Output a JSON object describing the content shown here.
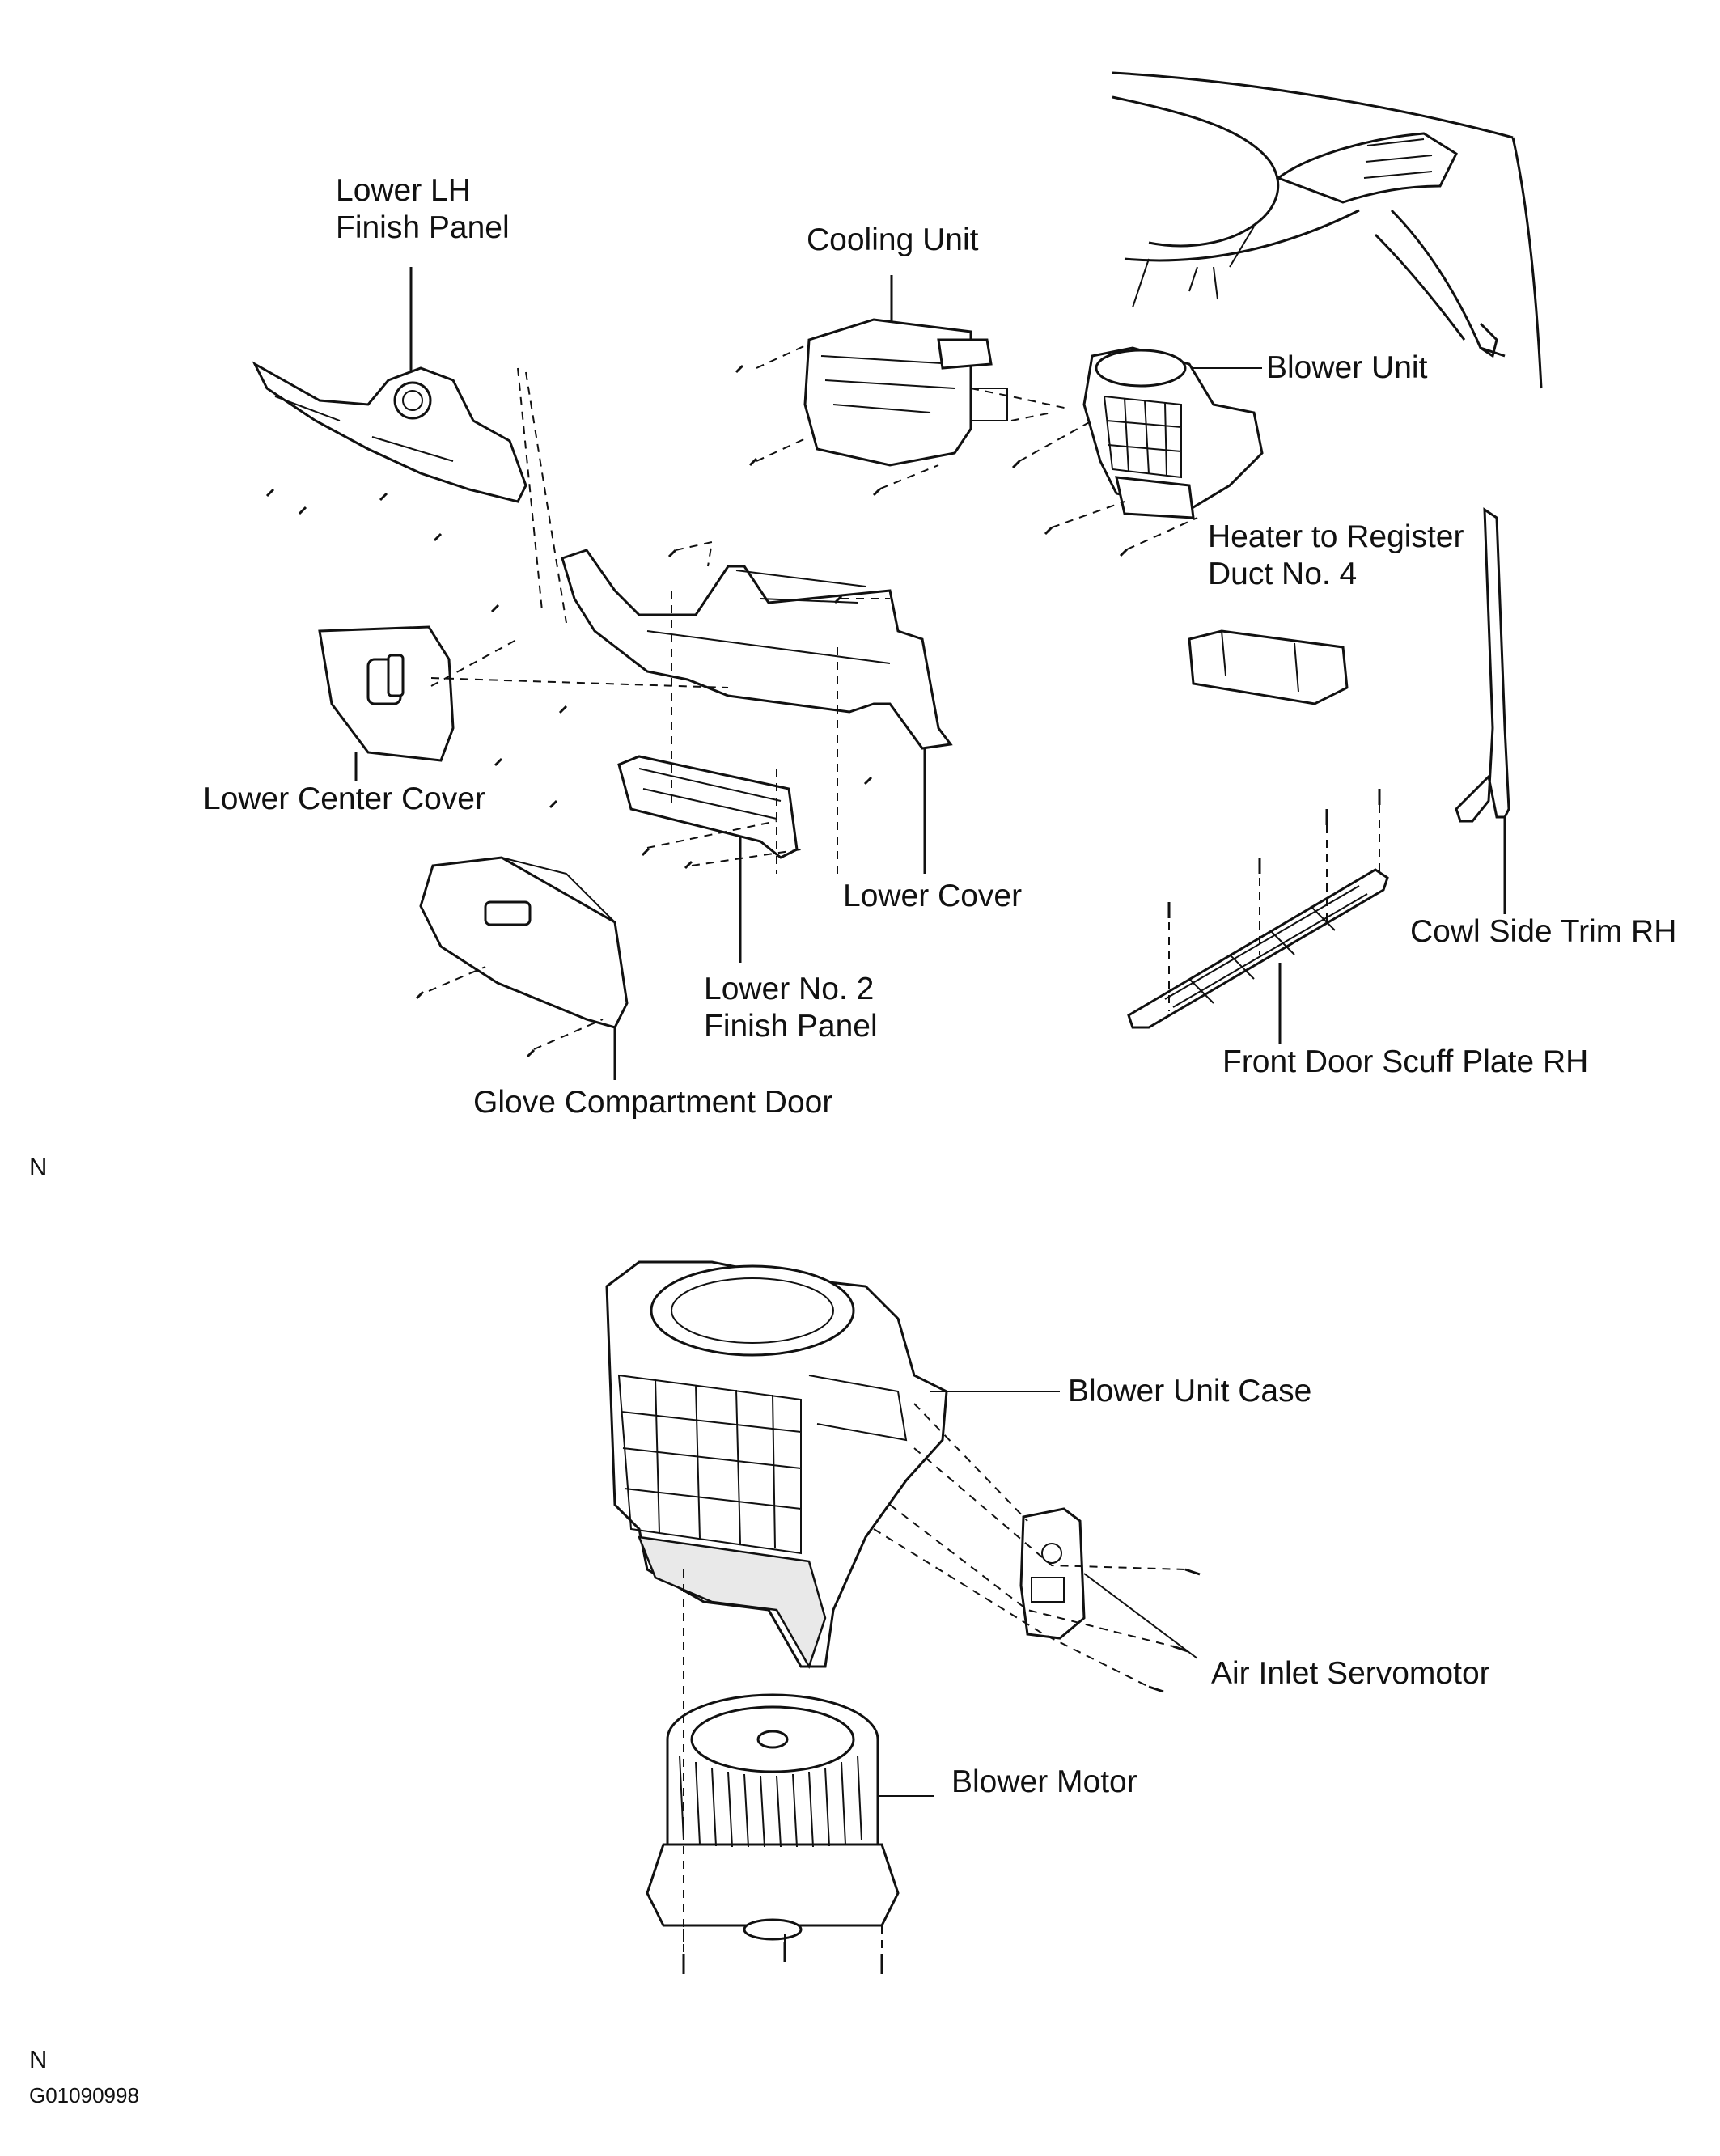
{
  "labels": {
    "lower_lh_finish_panel": "Lower LH\nFinish Panel",
    "cooling_unit": "Cooling Unit",
    "blower_unit": "Blower Unit",
    "heater_to_register_duct": "Heater to Register\nDuct No. 4",
    "lower_center_cover": "Lower Center Cover",
    "lower_cover": "Lower Cover",
    "cowl_side_trim_rh": "Cowl Side Trim RH",
    "lower_no2_finish_panel": "Lower No. 2\nFinish Panel",
    "front_door_scuff_plate_rh": "Front Door Scuff Plate RH",
    "glove_compartment_door": "Glove Compartment Door",
    "blower_unit_case": "Blower Unit Case",
    "air_inlet_servomotor": "Air Inlet Servomotor",
    "blower_motor": "Blower Motor"
  },
  "marks": {
    "n_top": "N",
    "n_bottom": "N",
    "figure_code": "G01090998"
  }
}
